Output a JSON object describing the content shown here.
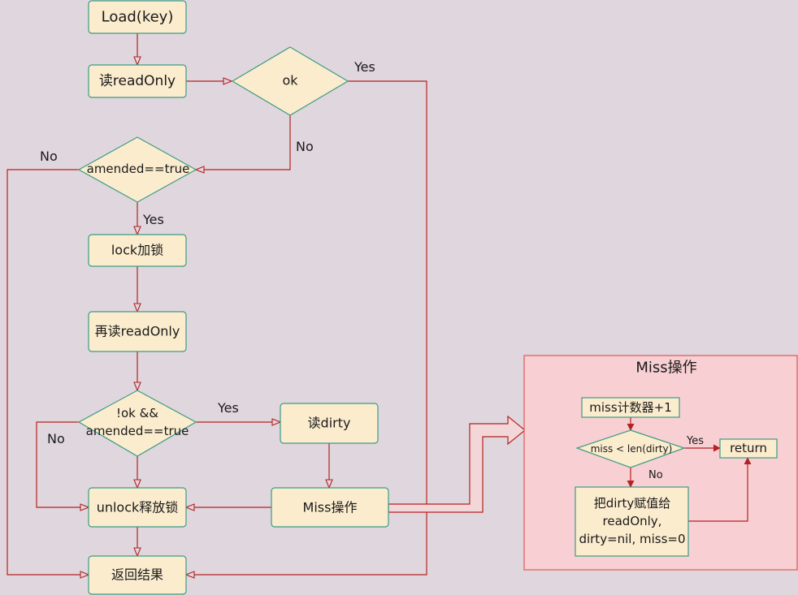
{
  "nodes": {
    "load_key": "Load(key)",
    "read_readonly": "读readOnly",
    "ok": "ok",
    "amended_check": "amended==true",
    "lock": "lock加锁",
    "reread_readonly": "再读readOnly",
    "notok_line1": "!ok &&",
    "notok_line2": "amended==true",
    "read_dirty": "读dirty",
    "miss_op": "Miss操作",
    "unlock": "unlock释放锁",
    "return_result": "返回结果"
  },
  "edge_labels": {
    "ok_yes": "Yes",
    "ok_no": "No",
    "amended_no": "No",
    "amended_yes": "Yes",
    "notok_yes": "Yes",
    "notok_no": "No",
    "miss_yes": "Yes",
    "miss_no": "No"
  },
  "miss_panel": {
    "title": "Miss操作",
    "counter": "miss计数器+1",
    "compare": "miss < len(dirty)",
    "return": "return",
    "promote_line1": "把dirty赋值给",
    "promote_line2": "readOnly,",
    "promote_line3": "dirty=nil, miss=0"
  },
  "colors": {
    "background": "#e0d6dd",
    "node_fill": "#fbecce",
    "node_stroke": "#3a9c84",
    "edge": "#b42222",
    "panel_fill": "#f8cfd2",
    "panel_stroke": "#d95a5a"
  }
}
